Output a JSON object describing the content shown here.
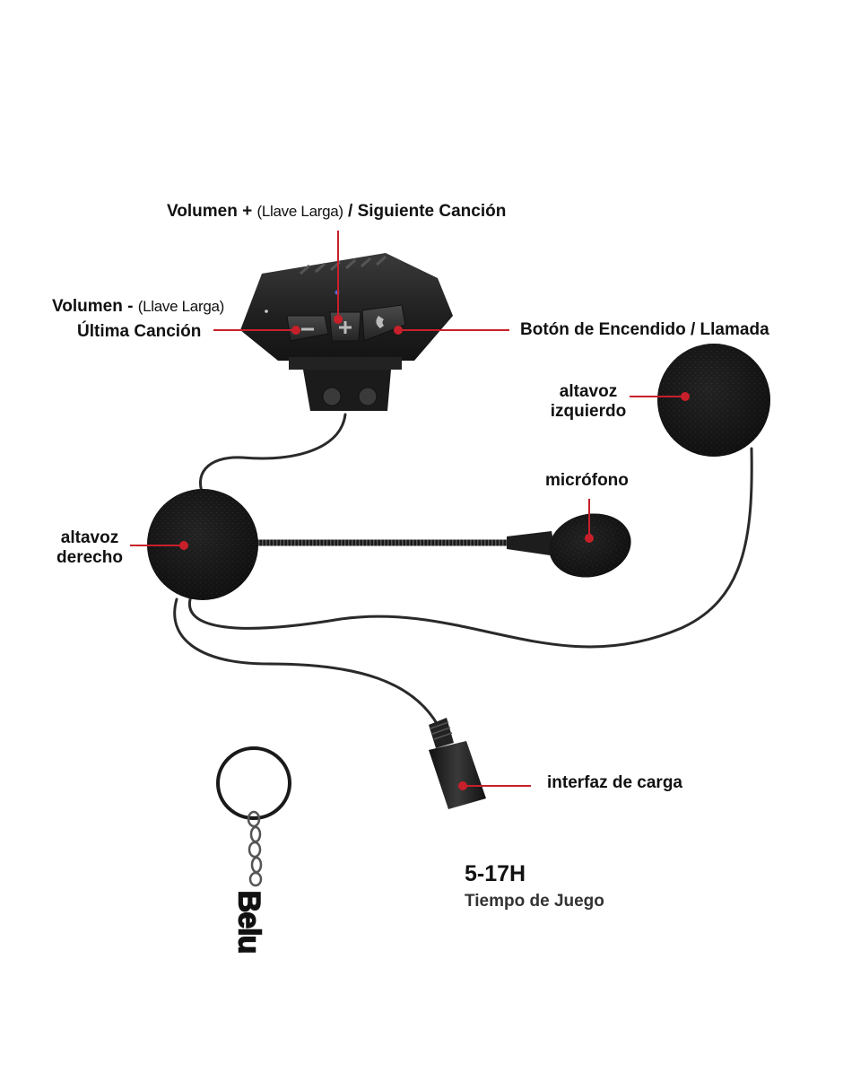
{
  "labels": {
    "vol_plus_bold": "Volumen +",
    "vol_plus_note": "(Llave Larga)",
    "vol_plus_next": "/ Siguiente Canción",
    "vol_minus_bold": "Volumen -",
    "vol_minus_note": "(Llave Larga)",
    "last_song": "Última Canción",
    "power_call": "Botón de Encendido / Llamada",
    "left_speaker_1": "altavoz",
    "left_speaker_2": "izquierdo",
    "microphone": "micrófono",
    "right_speaker_1": "altavoz",
    "right_speaker_2": "derecho",
    "charging": "interfaz de carga",
    "playtime_value": "5-17H",
    "playtime_label": "Tiempo de Juego"
  },
  "keychain_text": "Belu",
  "colors": {
    "leader": "#c8202a",
    "device": "#1c1c1c",
    "foam": "#151515",
    "text": "#111111"
  }
}
